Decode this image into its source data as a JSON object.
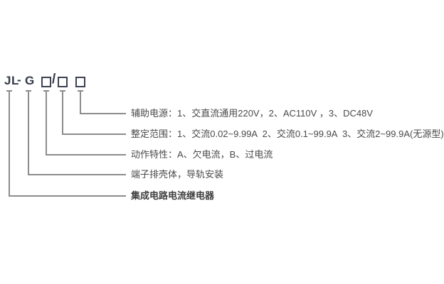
{
  "diagram": {
    "title_meaning": "JL-G relay model designation diagram",
    "model_code": {
      "prefix": "JL",
      "separator": "-",
      "series": "G",
      "slash": "/",
      "placeholder_box_count": 3
    },
    "callouts": [
      {
        "id": "aux-power",
        "text": "辅助电源：1、交直流通用220V，2、AC110V ，3、DC48V"
      },
      {
        "id": "setting-range",
        "text": "整定范围：1、交流0.02~9.99A  2、交流0.1~99.9A  3、交流2~99.9A(无源型)"
      },
      {
        "id": "action-characteristic",
        "text": "动作特性：A、欠电流，B、过电流"
      },
      {
        "id": "housing-mounting",
        "text": "端子排壳体，导轨安装"
      },
      {
        "id": "product-name",
        "text": "集成电路电流继电器"
      }
    ],
    "colors": {
      "background": "#ffffff",
      "model_text": "#333a47",
      "box_border": "#3a4150",
      "connector_line": "#8c8c8c",
      "label_text": "#4a4a4a"
    }
  }
}
